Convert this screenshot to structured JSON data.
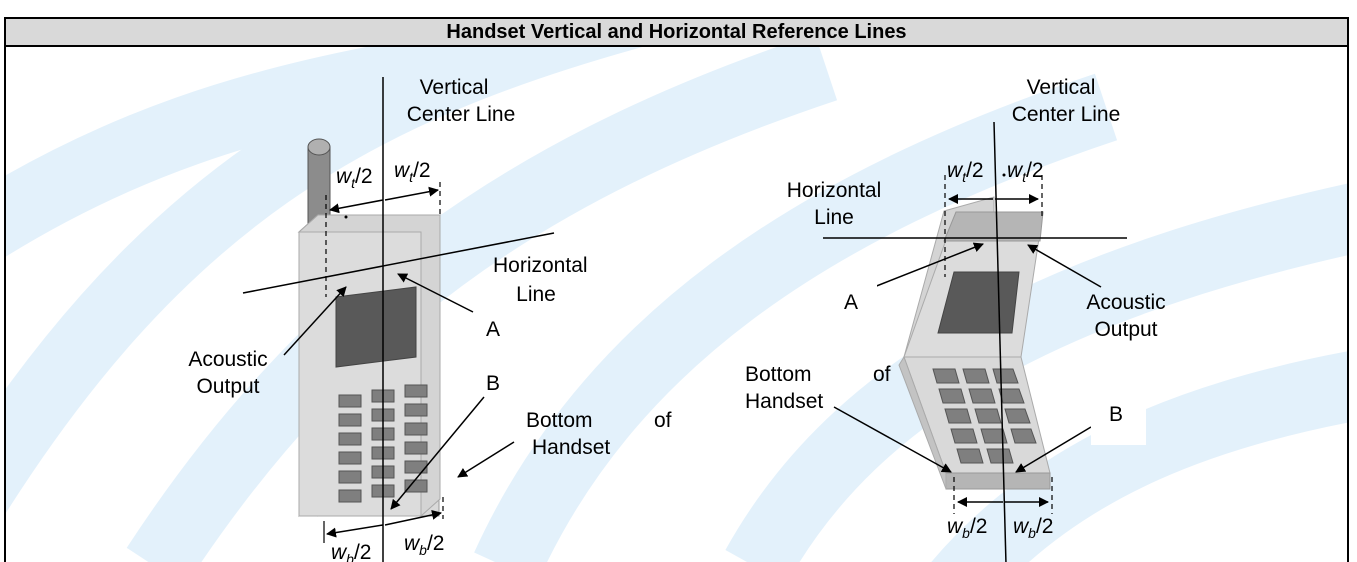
{
  "title": "Handset Vertical and Horizontal Reference Lines",
  "left": {
    "vertical_center_line_1": "Vertical",
    "vertical_center_line_2": "Center Line",
    "horizontal_line_1": "Horizontal",
    "horizontal_line_2": "Line",
    "acoustic_output_1": "Acoustic",
    "acoustic_output_2": "Output",
    "point_a": "A",
    "point_b": "B",
    "bottom_of_1": "Bottom",
    "bottom_of_2": "of",
    "bottom_handset": "Handset",
    "wt_left": {
      "var": "w",
      "sub": "t",
      "frac": "/2"
    },
    "wt_right": {
      "var": "w",
      "sub": "t",
      "frac": "/2"
    },
    "wb_left": {
      "var": "w",
      "sub": "b",
      "frac": "/2"
    },
    "wb_right": {
      "var": "w",
      "sub": "b",
      "frac": "/2"
    }
  },
  "right": {
    "vertical_center_line_1": "Vertical",
    "vertical_center_line_2": "Center Line",
    "horizontal_line_1": "Horizontal",
    "horizontal_line_2": "Line",
    "acoustic_output_1": "Acoustic",
    "acoustic_output_2": "Output",
    "point_a": "A",
    "point_b": "B",
    "bottom_of_1": "Bottom",
    "bottom_of_2": "of",
    "bottom_handset": "Handset",
    "wt_left": {
      "var": "w",
      "sub": "t",
      "frac": "/2"
    },
    "wt_right": {
      "var": "w",
      "sub": "t",
      "frac": "/2"
    },
    "wb_left": {
      "var": "w",
      "sub": "b",
      "frac": "/2"
    },
    "wb_right": {
      "var": "w",
      "sub": "b",
      "frac": "/2"
    }
  },
  "colors": {
    "watermark": "#e3f1fb",
    "header_bg": "#d9d9d9",
    "phone_face": "#d9d9d9",
    "phone_side": "#bfbfbf",
    "screen": "#595959",
    "key": "#7f7f7f",
    "antenna": "#8c8c8c"
  }
}
